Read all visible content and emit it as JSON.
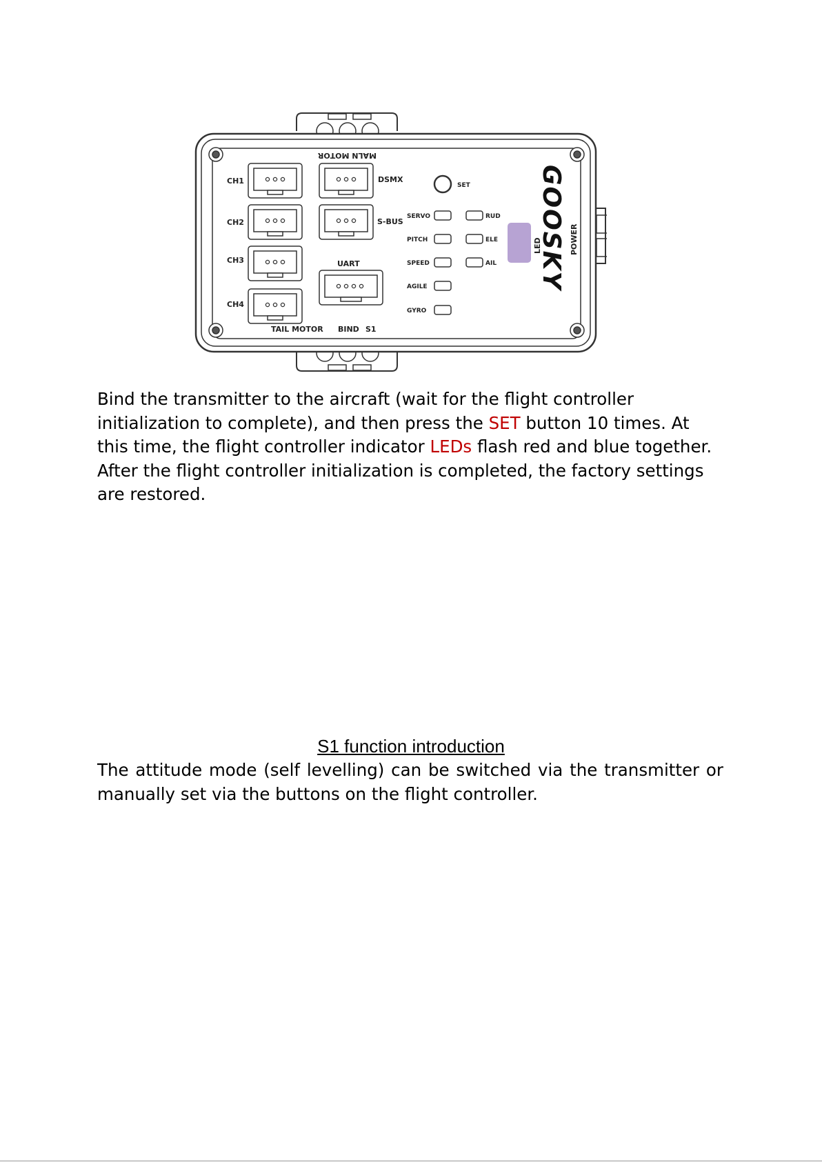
{
  "diagram": {
    "labels": {
      "ch1": "CH1",
      "ch2": "CH2",
      "ch3": "CH3",
      "ch4": "CH4",
      "main_motor": "MALN MOTOR",
      "dsmx": "DSMX",
      "sbus": "S-BUS",
      "uart": "UART",
      "tail_motor": "TAIL MOTOR",
      "bind": "BIND",
      "s1": "S1",
      "set": "SET",
      "servo": "SERVO",
      "pitch": "PITCH",
      "speed": "SPEED",
      "agile": "AGILE",
      "gyro": "GYRO",
      "rud": "RUD",
      "ele": "ELE",
      "ail": "AIL",
      "led": "LED",
      "power": "POWER",
      "brand": "GOOSKY"
    },
    "colors": {
      "led_pad": "#b7a3d3",
      "outline": "#333333"
    }
  },
  "section1": {
    "text_a": "Bind the transmitter to the aircraft (wait for the flight controller initialization to complete), and then press the ",
    "set_word": "SET",
    "text_b": " button 10 times. At this time, the flight controller indicator ",
    "leds_word": "LEDs",
    "text_c": " flash red and blue together. After the flight controller initialization is completed, the factory settings are restored."
  },
  "section2": {
    "heading": "S1 function introduction",
    "body": "The attitude mode (self levelling) can be switched via the transmitter or manually set via the buttons on the flight controller."
  },
  "highlight_color": "#c00000"
}
